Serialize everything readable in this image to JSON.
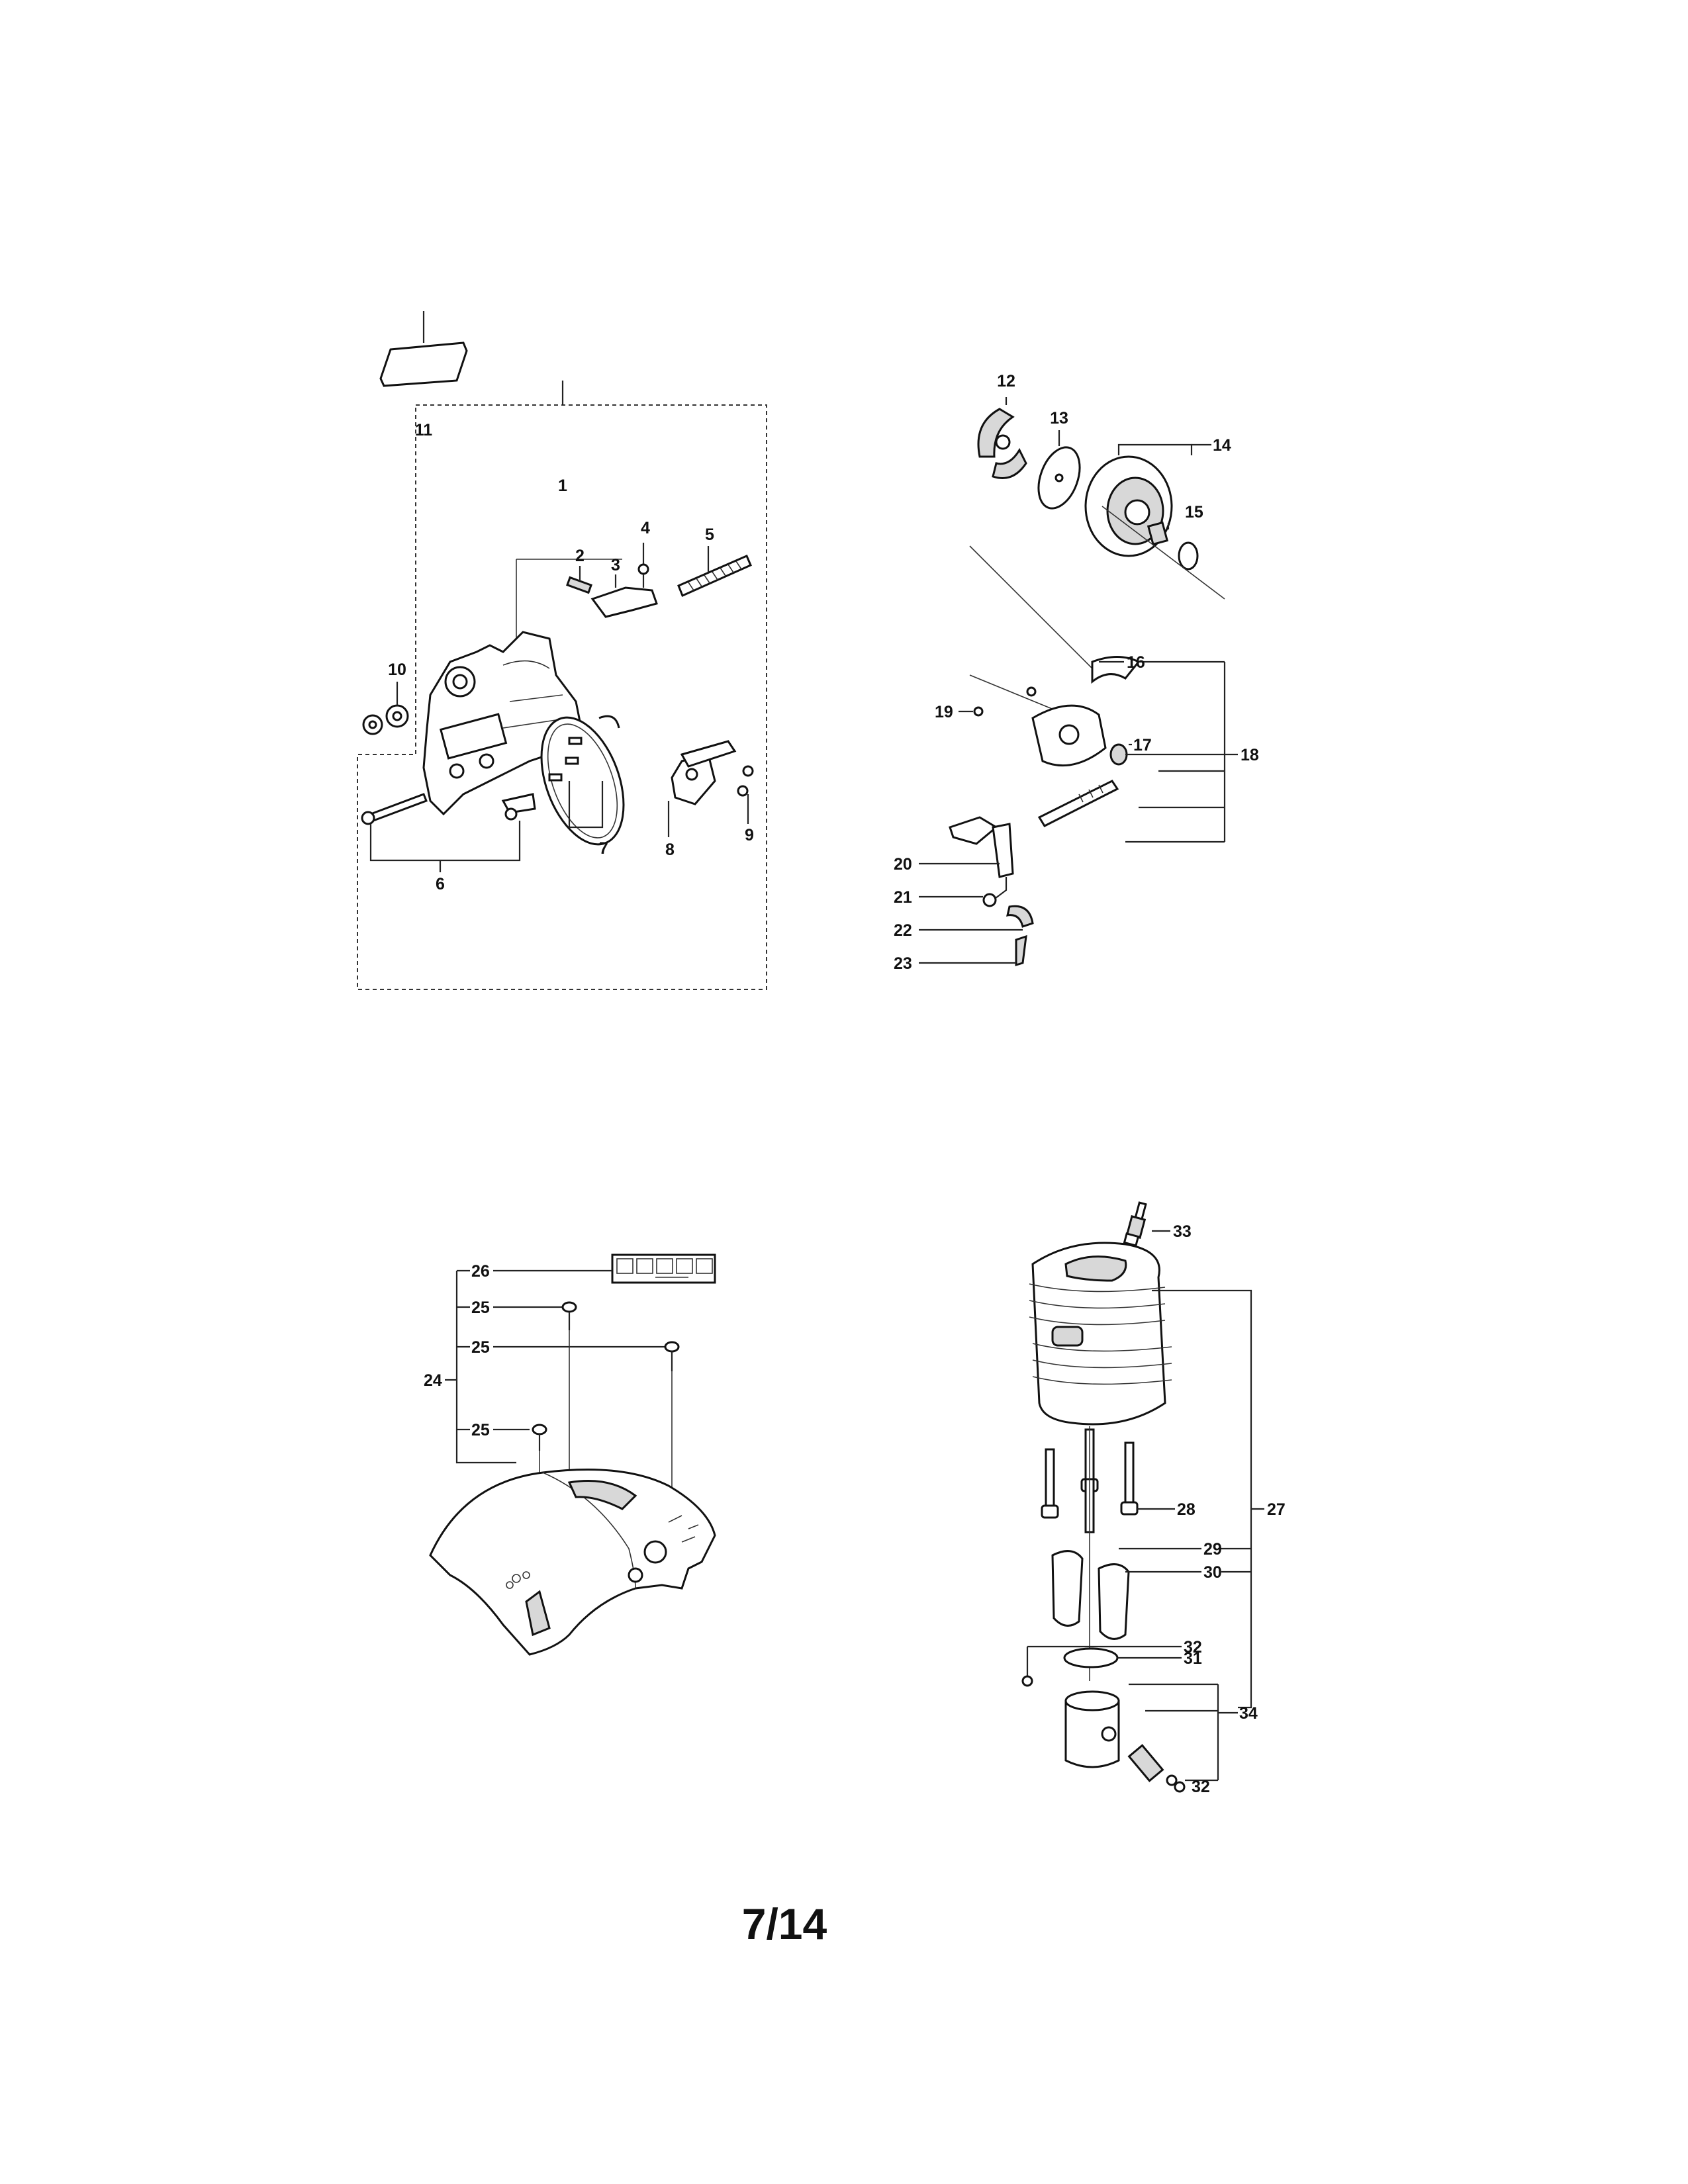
{
  "page": {
    "number": "7/14"
  },
  "diagrams": {
    "chain_brake": {
      "callouts": [
        "1",
        "2",
        "3",
        "4",
        "5",
        "6",
        "7",
        "8",
        "9",
        "10",
        "11"
      ]
    },
    "clutch_oil_pump": {
      "callouts": [
        "12",
        "13",
        "14",
        "15",
        "16",
        "17",
        "18",
        "19",
        "20",
        "21",
        "22",
        "23"
      ]
    },
    "cover": {
      "callouts": [
        "24",
        "25",
        "25",
        "25",
        "26"
      ]
    },
    "cylinder_piston": {
      "callouts": [
        "27",
        "28",
        "29",
        "30",
        "31",
        "32",
        "32",
        "33",
        "34"
      ]
    }
  }
}
